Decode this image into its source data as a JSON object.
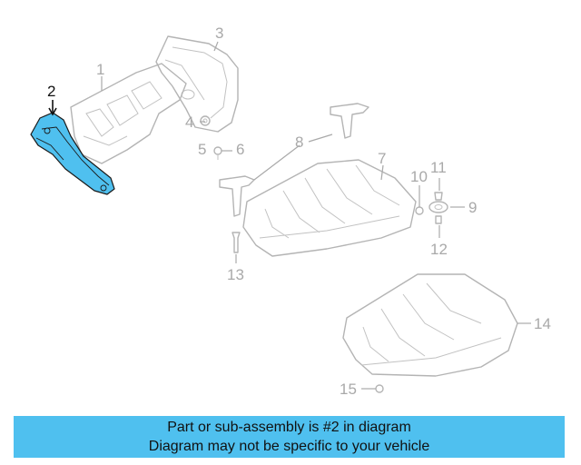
{
  "colors": {
    "highlight": "#4fc0ef",
    "part_outline": "#b4b4b4",
    "callout_text": "#a9a9a9",
    "highlight_callout": "#111111"
  },
  "callouts": {
    "c1": "1",
    "c2": "2",
    "c3": "3",
    "c4": "4",
    "c5": "5",
    "c6": "6",
    "c7": "7",
    "c8": "8",
    "c9": "9",
    "c10": "10",
    "c11": "11",
    "c12": "12",
    "c13": "13",
    "c14": "14",
    "c15": "15"
  },
  "highlighted_part": "2",
  "footer": {
    "line1": "Part or sub-assembly is #2 in diagram",
    "line2": "Diagram may not be specific to your vehicle"
  }
}
